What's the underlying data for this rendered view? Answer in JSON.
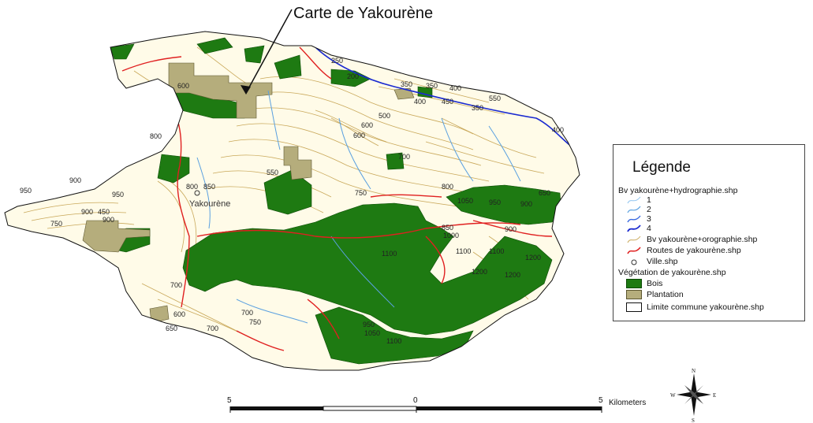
{
  "map": {
    "title": "Carte de Yakourène",
    "town_label": "Yakourène"
  },
  "contour_labels": [
    "250",
    "200",
    "350",
    "350",
    "400",
    "450",
    "550",
    "400",
    "400",
    "350",
    "500",
    "600",
    "600",
    "700",
    "750",
    "800",
    "850",
    "800",
    "550",
    "650",
    "950",
    "900",
    "950",
    "900",
    "750",
    "450",
    "900",
    "1050",
    "950",
    "900",
    "850",
    "900",
    "1000",
    "1100",
    "1100",
    "1200",
    "1200",
    "1200",
    "1100",
    "1050",
    "1100",
    "950",
    "750",
    "700",
    "600",
    "650",
    "700",
    "700",
    "600",
    "800"
  ],
  "legend": {
    "title": "Légende",
    "hydro_header": "Bv yakourène+hydrographie.shp",
    "hydro_classes": [
      "1",
      "2",
      "3",
      "4"
    ],
    "orography": "Bv yakourène+orographie.shp",
    "roads": "Routes de yakourène.shp",
    "town": "Ville.shp",
    "veg_header": "Végétation de yakourène.shp",
    "veg_classes": [
      "Bois",
      "Plantation"
    ],
    "boundary": "Limite commune yakourène.shp"
  },
  "scale": {
    "left_label": "5",
    "mid_label": "0",
    "right_label": "5",
    "unit": "Kilometers"
  },
  "compass": {
    "n": "N",
    "s": "S",
    "e": "E",
    "w": "W"
  },
  "colors": {
    "forest": "#1e7a12",
    "plantation": "#b5ad7c",
    "contour": "#c9a85a",
    "road": "#e02020",
    "river": "#5aa0e0",
    "river_main": "#1a2ad0",
    "boundary": "#111111"
  }
}
